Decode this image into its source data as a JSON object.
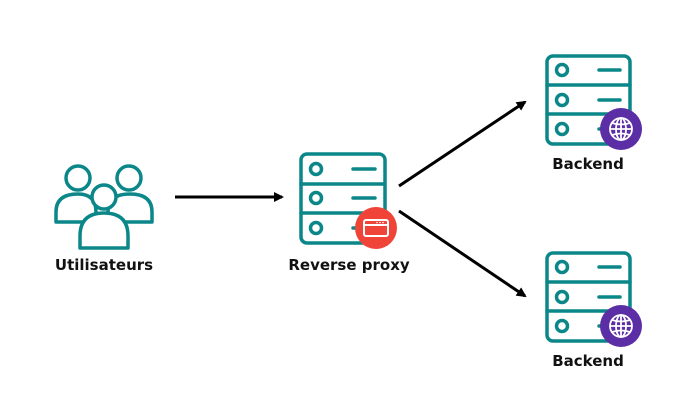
{
  "nodes": {
    "users": {
      "label": "Utilisateurs",
      "icon": "users-group-icon"
    },
    "proxy": {
      "label": "Reverse proxy",
      "icon": "server-icon",
      "badge_icon": "browser-window-icon"
    },
    "backend_top": {
      "label": "Backend",
      "icon": "server-icon",
      "badge_icon": "globe-icon"
    },
    "backend_bottom": {
      "label": "Backend",
      "icon": "server-icon",
      "badge_icon": "globe-icon"
    }
  },
  "colors": {
    "teal": "#0b8789",
    "arrow": "#000000",
    "proxy_badge": "#f04438",
    "backend_badge": "#5b2ea6",
    "text": "#111111"
  }
}
